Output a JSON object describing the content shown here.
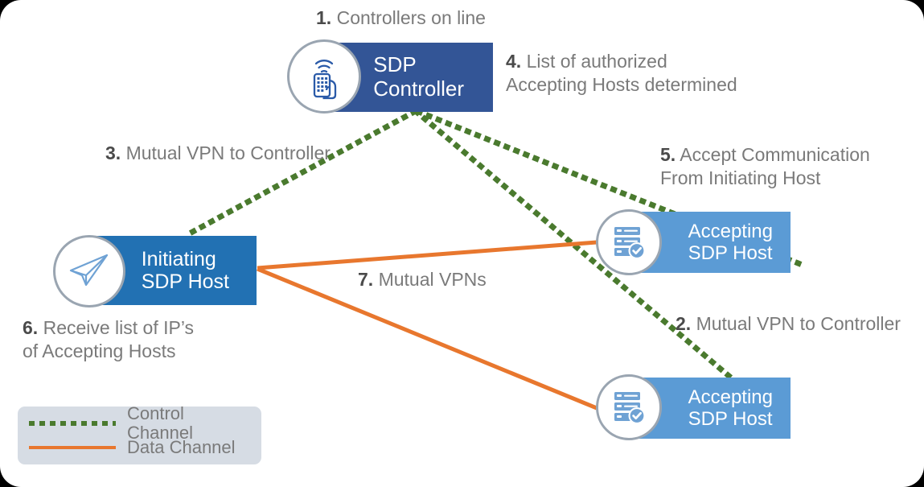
{
  "diagram": {
    "title": "SDP Architecture Flow",
    "colors": {
      "controller_blue": "#335596",
      "initiating_blue": "#2271B3",
      "accepting_blue": "#5B9BD5",
      "control_channel_green": "#4A7A2E",
      "data_channel_orange": "#E8772E",
      "legend_background": "#D6DCE4",
      "step_text_gray": "#7A7A7A",
      "badge_ring_gray": "#9AA5B1",
      "frame_border": "#000000"
    }
  },
  "nodes": {
    "controller": {
      "label": "SDP\nController",
      "icon": "remote-control-signal-icon"
    },
    "initiating": {
      "label": "Initiating\nSDP Host",
      "icon": "paper-plane-icon"
    },
    "accepting1": {
      "label": "Accepting\nSDP Host",
      "icon": "server-check-icon"
    },
    "accepting2": {
      "label": "Accepting\nSDP Host",
      "icon": "server-check-icon"
    }
  },
  "steps": {
    "s1": {
      "num": "1.",
      "text": " Controllers on line"
    },
    "s2": {
      "num": "2.",
      "text": " Mutual VPN to Controller"
    },
    "s3": {
      "num": "3.",
      "text": " Mutual VPN to Controller"
    },
    "s4": {
      "num": "4.",
      "text": " List of authorized\nAccepting Hosts determined"
    },
    "s5": {
      "num": "5.",
      "text": " Accept Communication\nFrom Initiating Host"
    },
    "s6": {
      "num": "6.",
      "text": " Receive list of IP’s\nof Accepting Hosts"
    },
    "s7": {
      "num": "7.",
      "text": " Mutual VPNs"
    }
  },
  "legend": {
    "items": [
      {
        "style": "dotted",
        "label": "Control Channel"
      },
      {
        "style": "solid",
        "label": "Data Channel"
      }
    ]
  },
  "connections": {
    "control_channel": [
      {
        "from": "controller",
        "to": "initiating"
      },
      {
        "from": "controller",
        "to": "accepting1"
      },
      {
        "from": "controller",
        "to": "accepting2"
      }
    ],
    "data_channel": [
      {
        "from": "initiating",
        "to": "accepting1"
      },
      {
        "from": "initiating",
        "to": "accepting2"
      }
    ]
  }
}
